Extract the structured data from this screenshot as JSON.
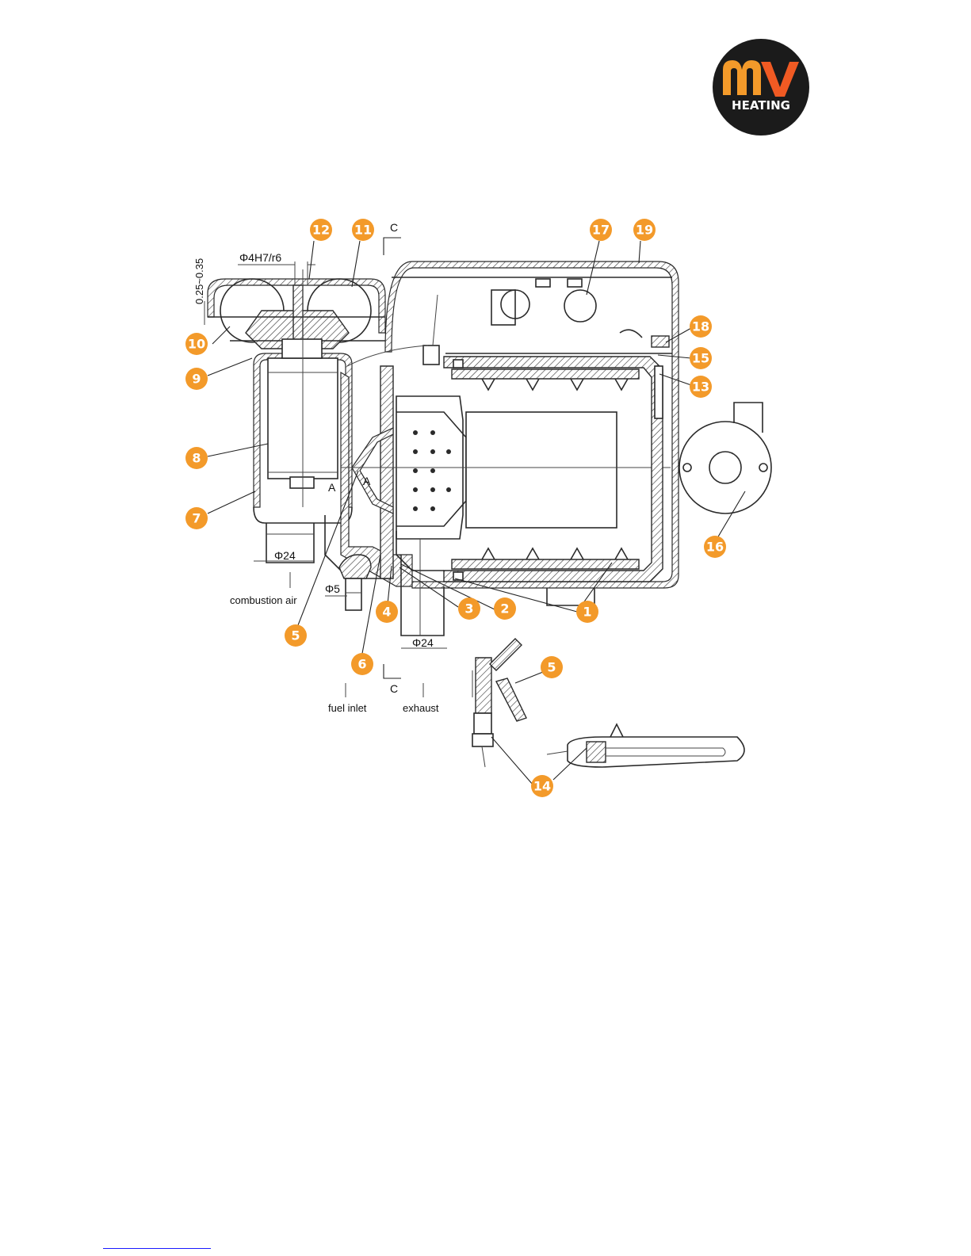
{
  "logo": {
    "top_text": "MV",
    "bottom_text": "HEATING",
    "colors": {
      "bg": "#1b1b1b",
      "m": "#f39a2a",
      "v": "#f05a23",
      "text": "#ffffff"
    }
  },
  "accent_color": "#f39a2a",
  "dimensions": {
    "gap": "0.25~0.35",
    "shaft_fit": "Φ4H7/r6",
    "air_pipe": "Φ24",
    "fuel_pipe": "Φ5",
    "exhaust_pipe": "Φ24"
  },
  "section_marks": {
    "top": "C",
    "bottom": "C",
    "a_left": "A",
    "a_right": "A"
  },
  "flow_labels": {
    "combustion_air": "combustion air",
    "fuel_inlet": "fuel inlet",
    "exhaust": "exhaust"
  },
  "callouts": {
    "c1": "1",
    "c2": "2",
    "c3": "3",
    "c4": "4",
    "c5": "5",
    "c5b": "5",
    "c6": "6",
    "c7": "7",
    "c8": "8",
    "c9": "9",
    "c10": "10",
    "c11": "11",
    "c12": "12",
    "c13": "13",
    "c14": "14",
    "c15": "15",
    "c16": "16",
    "c17": "17",
    "c18": "18",
    "c19": "19"
  }
}
